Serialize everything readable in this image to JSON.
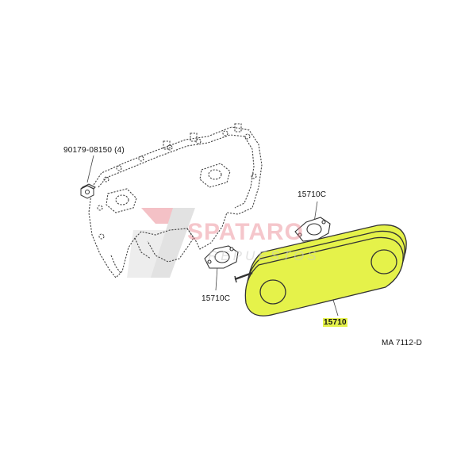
{
  "diagram": {
    "drawing_code": "MA 7112-D",
    "parts": [
      {
        "part_no": "90179-08150 (4)",
        "highlighted": false
      },
      {
        "part_no": "15710C",
        "highlighted": false
      },
      {
        "part_no": "15710C",
        "highlighted": false
      },
      {
        "part_no": "15710",
        "highlighted": true
      }
    ]
  },
  "watermark": {
    "brand": "SPATARO",
    "tagline": "REPUESTOS"
  },
  "colors": {
    "highlight": "#e5f24a",
    "line": "#444444",
    "watermark_red": "#e87882",
    "watermark_grey": "#c8c8c8"
  }
}
